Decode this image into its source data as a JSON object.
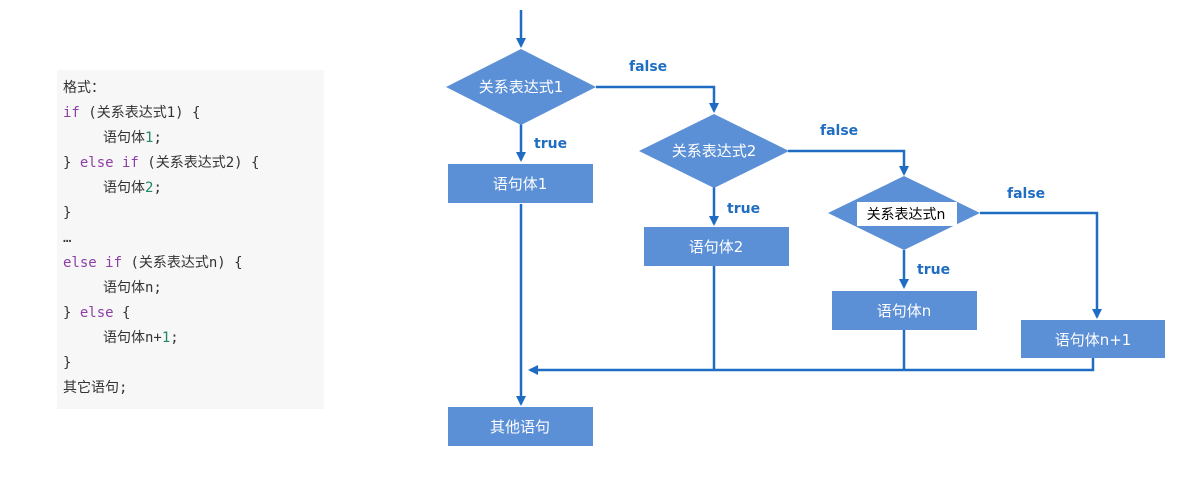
{
  "code": {
    "line1": "格式：",
    "if_kw": "if",
    "if_cond": " (关系表达式1) {",
    "body1_text": "语句体",
    "body1_num": "1",
    "body1_end": ";",
    "elseif1_open": "} ",
    "elseif1_kw": "else if",
    "elseif1_cond": " (关系表达式2) {",
    "body2_text": "语句体",
    "body2_num": "2",
    "body2_end": ";",
    "close1": "}",
    "ellipsis": "…",
    "elseifn_kw": "else if",
    "elseifn_cond": " (关系表达式n) {",
    "bodyn": "语句体n;",
    "else_open": "} ",
    "else_kw": "else",
    "else_brace": " {",
    "bodyn1_text": "语句体n+",
    "bodyn1_num": "1",
    "bodyn1_end": ";",
    "close2": "}",
    "other": "其它语句;"
  },
  "flowchart": {
    "cond1": "关系表达式1",
    "cond2": "关系表达式2",
    "condn": "关系表达式n",
    "stmt1": "语句体1",
    "stmt2": "语句体2",
    "stmtn": "语句体n",
    "stmtn1": "语句体n+1",
    "other": "其他语句",
    "true_label": "true",
    "false_label": "false",
    "colors": {
      "box": "#5b8fd6",
      "line": "#1f6dc2"
    }
  }
}
